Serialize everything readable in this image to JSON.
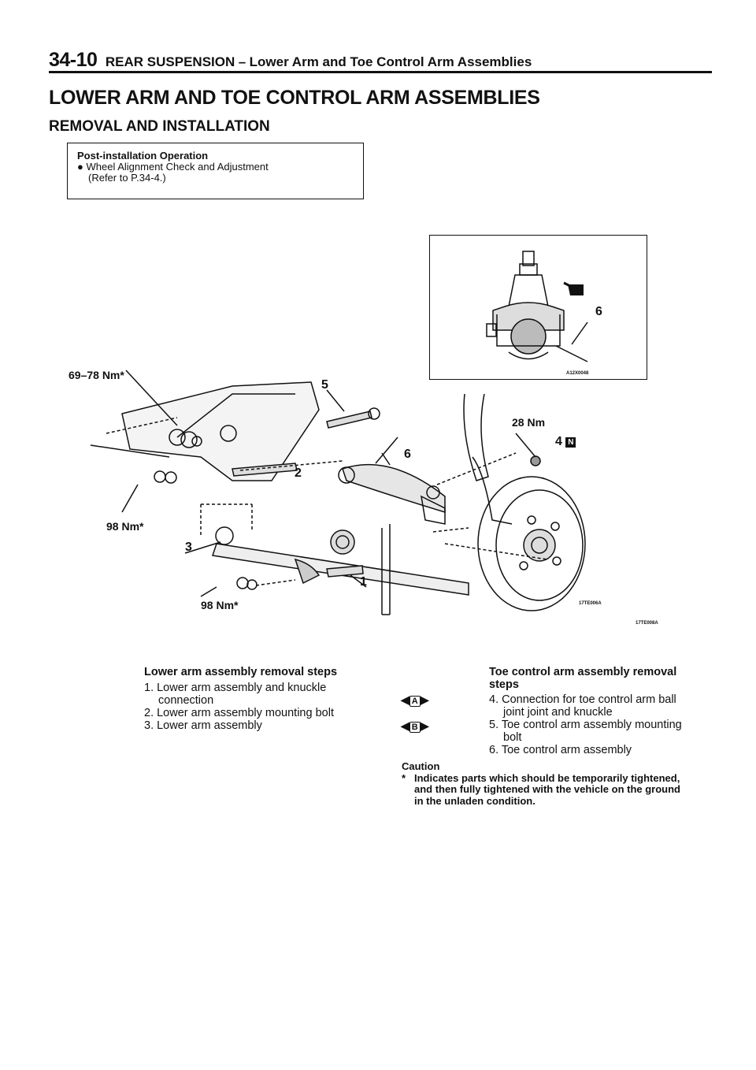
{
  "header": {
    "page_number": "34-10",
    "section": "REAR SUSPENSION",
    "separator": "–",
    "subtitle": "Lower Arm and Toe Control Arm Assemblies"
  },
  "title": "LOWER ARM AND TOE CONTROL ARM ASSEMBLIES",
  "subheading": "REMOVAL AND INSTALLATION",
  "post_install_box": {
    "title": "Post-installation Operation",
    "bullet": "●",
    "item": "Wheel Alignment Check and Adjustment",
    "ref": "(Refer to P.34-4.)"
  },
  "diagram": {
    "inset_code": "A12X0048",
    "inset_label": "6",
    "torque_top_left": "69–78 Nm*",
    "torque_left": "98 Nm*",
    "torque_bottom": "98 Nm*",
    "torque_right": "28 Nm",
    "callout_1": "1",
    "callout_2": "2",
    "callout_3": "3",
    "callout_4": "4",
    "callout_4_badge": "N",
    "callout_5": "5",
    "callout_6": "6",
    "fig_code_1": "17TE006A",
    "fig_code_2": "17TE008A"
  },
  "lower_arm_steps": {
    "title": "Lower arm assembly removal steps",
    "items": [
      "1. Lower arm assembly and knuckle",
      "connection",
      "2. Lower arm assembly mounting bolt",
      "3. Lower arm assembly"
    ]
  },
  "markers": {
    "a": "A",
    "b": "B"
  },
  "toe_arm_steps": {
    "title_line1": "Toe control arm assembly removal",
    "title_line2": "steps",
    "items": [
      "4. Connection for toe control arm ball",
      "joint joint and knuckle",
      "5. Toe control arm assembly mounting",
      "bolt",
      "6. Toe control arm assembly"
    ]
  },
  "caution": {
    "title": "Caution",
    "star": "*",
    "line1": "Indicates parts which should be temporarily tightened,",
    "line2": "and then fully tightened with the vehicle on the ground",
    "line3": "in the unladen condition."
  }
}
